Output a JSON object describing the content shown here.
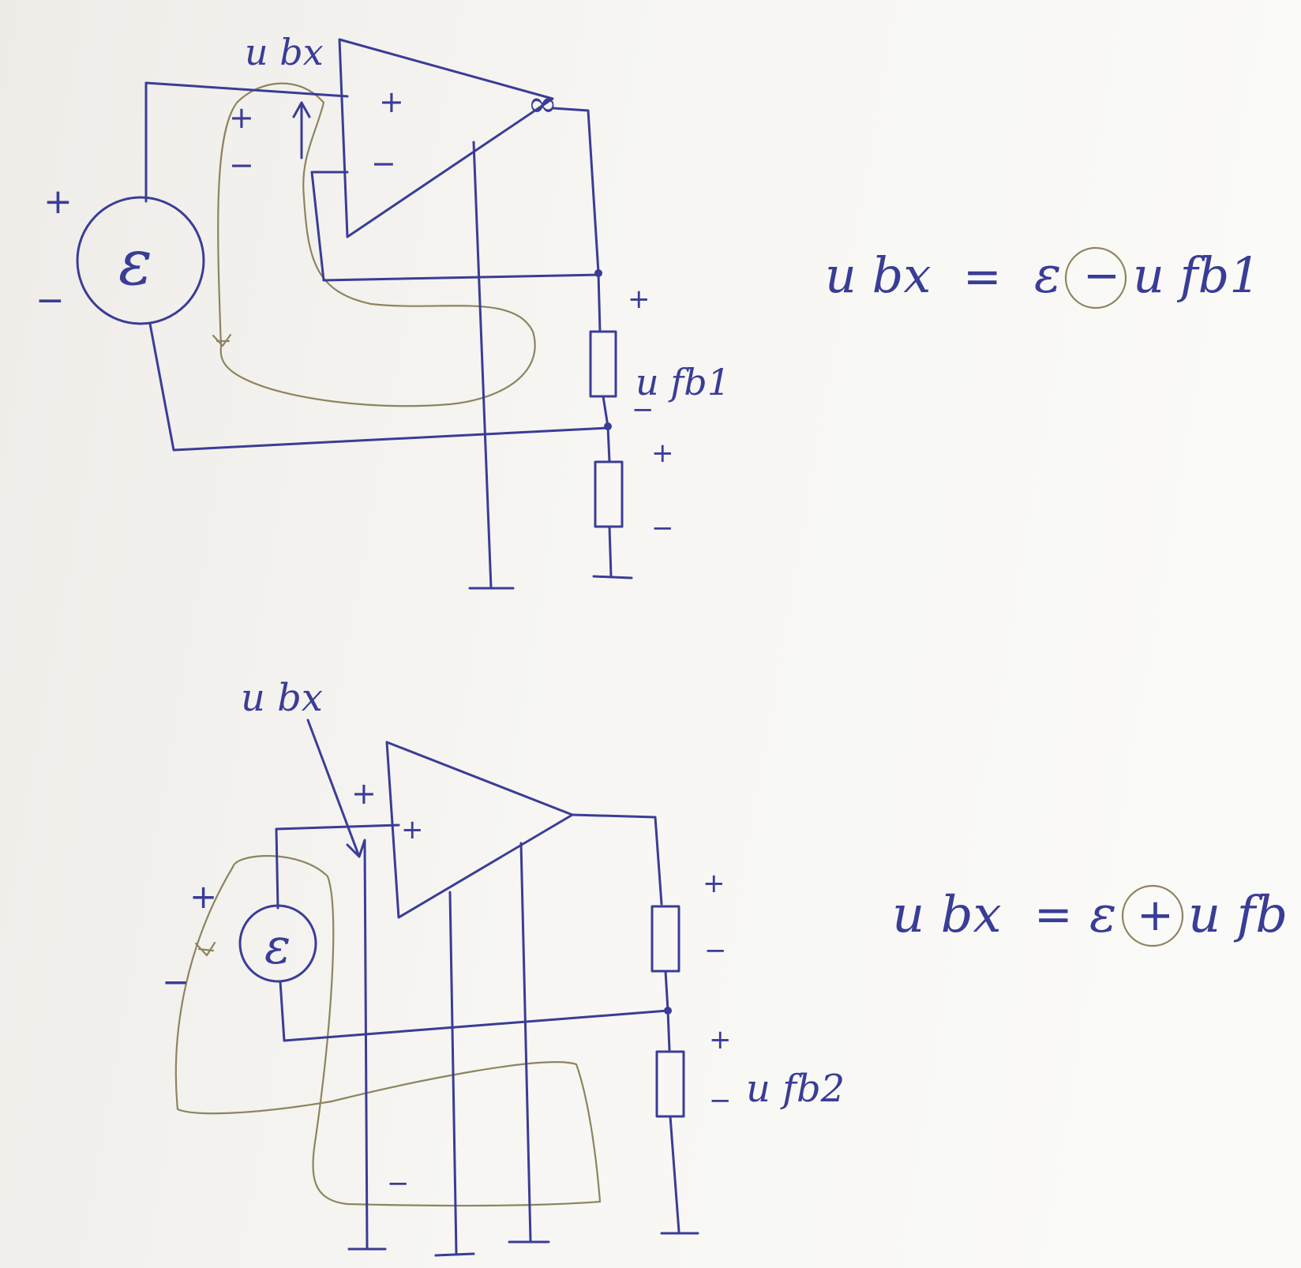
{
  "circuit_top": {
    "source_symbol": "ε",
    "source_plus": "+",
    "source_minus": "−",
    "input_label": "u bx",
    "opamp_plus": "+",
    "opamp_minus": "−",
    "opamp_gain": "∞",
    "input_plus": "+",
    "input_minus": "−",
    "r1_plus": "+",
    "r1_minus": "−",
    "r1_label": "u fb1",
    "r2_plus": "+",
    "r2_minus": "−"
  },
  "formula_top": {
    "lhs": "u bx",
    "eq": "=",
    "eps": "ε",
    "op": "−",
    "rhs": "u fb1"
  },
  "circuit_bottom": {
    "source_symbol": "ε",
    "source_plus": "+",
    "source_minus": "−",
    "input_label": "u bx",
    "input_plus": "+",
    "opamp_plus": "+",
    "opamp_minus": "−",
    "r1_plus": "+",
    "r1_minus": "−",
    "r2_plus": "+",
    "r2_minus": "−",
    "r2_label": "u fb2"
  },
  "formula_bottom": {
    "lhs": "u bx",
    "eq": "=",
    "eps": "ε",
    "op": "+",
    "rhs": "u fb"
  },
  "colors": {
    "ink": "#3a3d96",
    "pencil_loop": "#8e845e",
    "paper": "#f7f6f3"
  }
}
